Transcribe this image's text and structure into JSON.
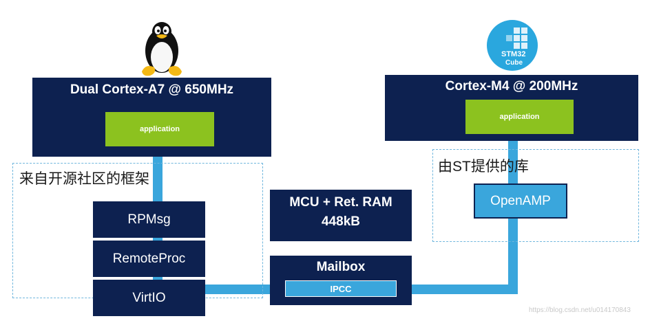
{
  "a7": {
    "title": "Dual Cortex-A7 @ 650MHz",
    "app_label": "application",
    "framework_label": "来自开源社区的框架",
    "stack": [
      "RPMsg",
      "RemoteProc",
      "VirtIO"
    ]
  },
  "m4": {
    "title": "Cortex-M4 @ 200MHz",
    "app_label": "application",
    "framework_label": "由ST提供的库",
    "openamp": "OpenAMP",
    "logo_text_1": "STM32",
    "logo_text_2": "Cube"
  },
  "ram": {
    "line1": "MCU + Ret. RAM",
    "line2": "448kB"
  },
  "mailbox": {
    "title": "Mailbox",
    "ipcc": "IPCC"
  },
  "watermark": "https://blog.csdn.net/u014170843",
  "colors": {
    "navy": "#0d2150",
    "green": "#8cc21f",
    "connector": "#3aa6dc"
  },
  "icons": {
    "linux": "tux-penguin-icon",
    "stm32cube": "stm32cube-logo-icon"
  }
}
